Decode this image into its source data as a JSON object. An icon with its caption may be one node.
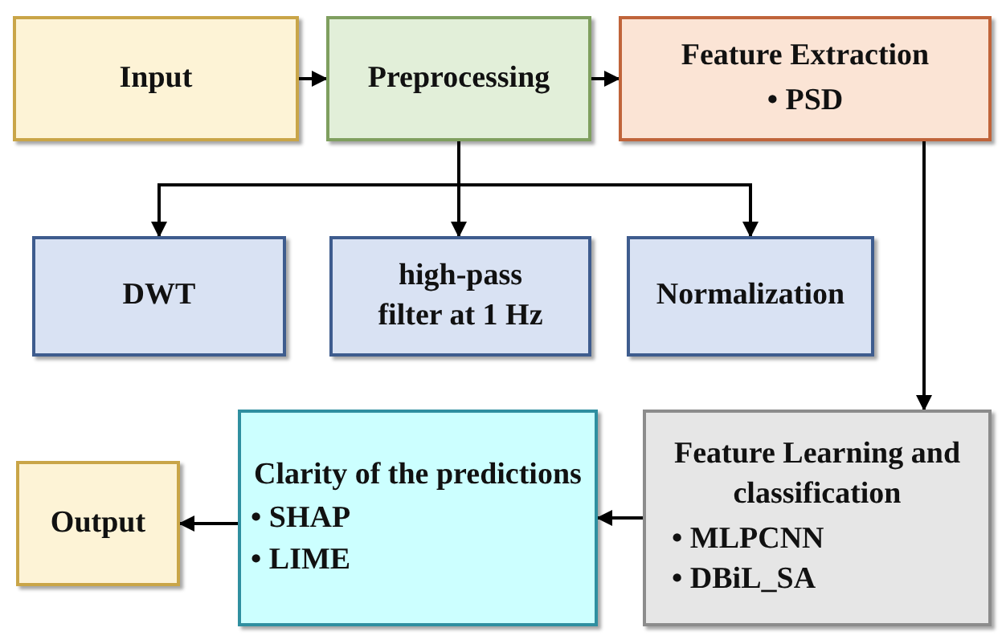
{
  "diagram": {
    "nodes": [
      {
        "text": [
          "Input"
        ]
      },
      {
        "text": [
          "Preprocessing"
        ]
      },
      {
        "text": [
          "Feature Extraction",
          "• PSD"
        ]
      },
      {
        "text": [
          "DWT"
        ]
      },
      {
        "text": [
          "high-pass filter at 1 Hz"
        ]
      },
      {
        "text": [
          "Normalization"
        ]
      },
      {
        "text": [
          "Feature Learning and classification",
          "• MLPCNN",
          "• DBiL_SA"
        ]
      },
      {
        "text": [
          "Clarity of the predictions",
          "• SHAP",
          "• LIME"
        ]
      },
      {
        "text": [
          "Output"
        ]
      }
    ],
    "edges": [
      {
        "from": 0,
        "to": 1,
        "arrow": "to"
      },
      {
        "from": 1,
        "to": 2,
        "arrow": "to"
      },
      {
        "from": 1,
        "to": 3,
        "arrow": "to"
      },
      {
        "from": 1,
        "to": 4,
        "arrow": "to"
      },
      {
        "from": 1,
        "to": 5,
        "arrow": "to"
      },
      {
        "from": 2,
        "to": 6,
        "arrow": "to"
      },
      {
        "from": 6,
        "to": 7,
        "arrow": "to"
      },
      {
        "from": 7,
        "to": 8,
        "arrow": "to"
      }
    ]
  }
}
